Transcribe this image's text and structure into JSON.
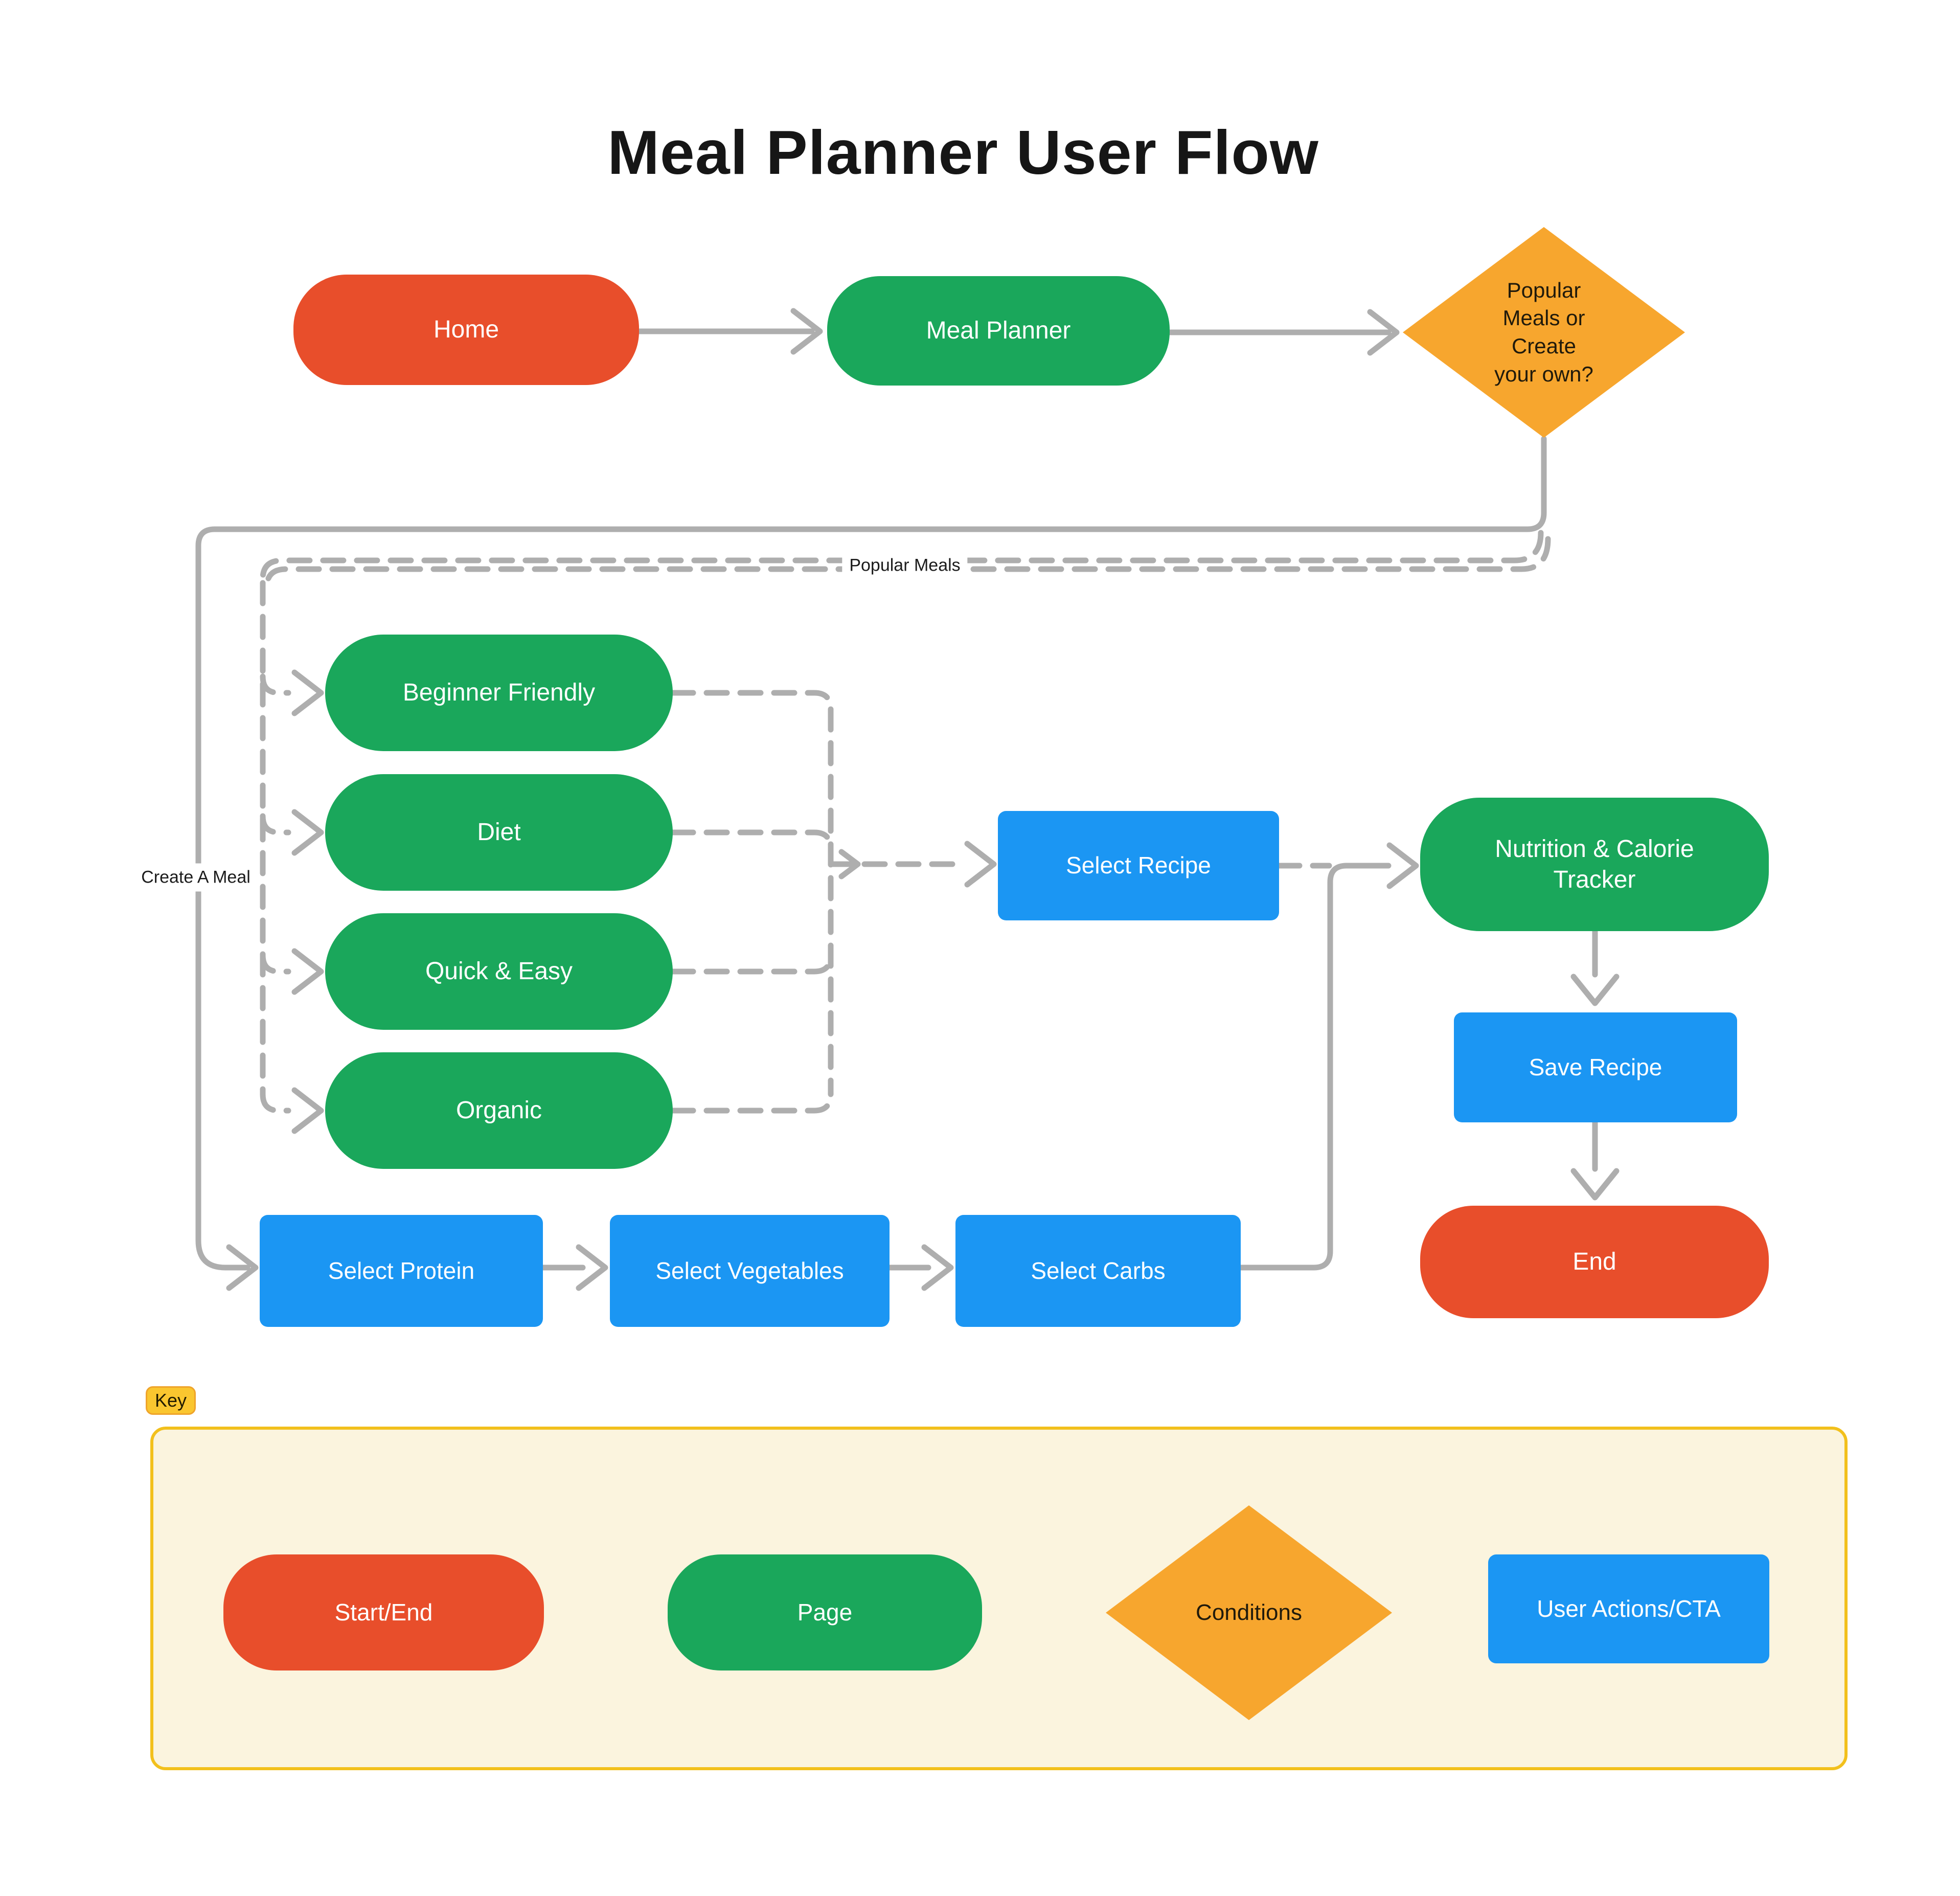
{
  "title": "Meal Planner User Flow",
  "nodes": {
    "home": {
      "label": "Home",
      "type": "start-end"
    },
    "meal_planner": {
      "label": "Meal Planner",
      "type": "page"
    },
    "decision": {
      "label": "Popular Meals or Create your own?",
      "lines": [
        "Popular",
        "Meals or",
        "Create",
        "your own?"
      ],
      "type": "condition"
    },
    "beginner_friendly": {
      "label": "Beginner Friendly",
      "type": "page"
    },
    "diet": {
      "label": "Diet",
      "type": "page"
    },
    "quick_easy": {
      "label": "Quick & Easy",
      "type": "page"
    },
    "organic": {
      "label": "Organic",
      "type": "page"
    },
    "select_recipe": {
      "label": "Select Recipe",
      "type": "user-action"
    },
    "nutrition_tracker": {
      "label": "Nutrition & Calorie Tracker",
      "type": "page"
    },
    "save_recipe": {
      "label": "Save Recipe",
      "type": "user-action"
    },
    "end": {
      "label": "End",
      "type": "start-end"
    },
    "select_protein": {
      "label": "Select Protein",
      "type": "user-action"
    },
    "select_vegetables": {
      "label": "Select Vegetables",
      "type": "user-action"
    },
    "select_carbs": {
      "label": "Select Carbs",
      "type": "user-action"
    }
  },
  "edge_labels": {
    "popular_meals": "Popular Meals",
    "create_a_meal": "Create A Meal"
  },
  "key": {
    "badge": "Key",
    "items": [
      {
        "label": "Start/End",
        "type": "start-end"
      },
      {
        "label": "Page",
        "type": "page"
      },
      {
        "label": "Conditions",
        "type": "condition"
      },
      {
        "label": "User Actions/CTA",
        "type": "user-action"
      }
    ]
  },
  "colors": {
    "start_end": "#E84E2B",
    "page": "#1AA75B",
    "condition": "#F7A62E",
    "user_action": "#1B96F3",
    "connector": "#AEAEAE",
    "key_border": "#F2C01C",
    "key_bg": "#FBF4DE",
    "key_badge": "#FAC62F"
  }
}
